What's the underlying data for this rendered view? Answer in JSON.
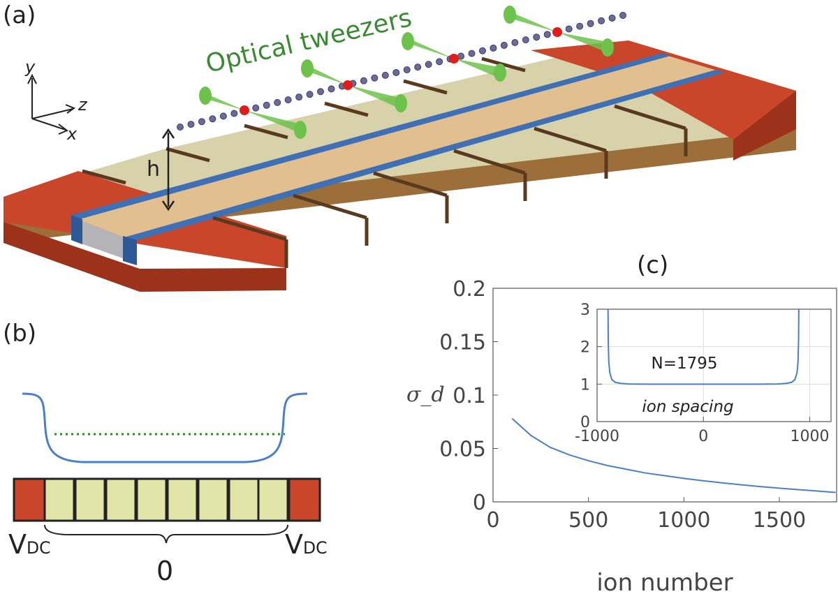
{
  "panels": {
    "a": {
      "label": "(a)",
      "title": "Optical tweezers",
      "height_label": "h",
      "axes": {
        "y": "y",
        "z": "z",
        "x": "x"
      }
    },
    "b": {
      "label": "(b)",
      "left_voltage": "V",
      "left_voltage_sub": "DC",
      "right_voltage": "V",
      "right_voltage_sub": "DC",
      "center_label": "0"
    },
    "c": {
      "label": "(c)"
    }
  },
  "colors": {
    "end_electrode": "#c9462a",
    "segment_electrode": "#d8d2ab",
    "rf_rail": "#3f6fb5",
    "tweezer_beam": "#6cc24a",
    "ion_highlight": "#e21b1b",
    "ion": "#6b6b9a",
    "curve": "#4a7ec8",
    "dotted_line": "#2e8b2e",
    "segment_fill_b": "#e1e6a8"
  },
  "chart_data": [
    {
      "type": "line",
      "title": "",
      "xlabel": "ion number",
      "ylabel": "σ_d",
      "xlim": [
        0,
        1800
      ],
      "ylim": [
        0,
        0.2
      ],
      "xticks": [
        0,
        500,
        1000,
        1500
      ],
      "yticks": [
        0,
        0.05,
        0.1,
        0.15,
        0.2
      ],
      "xtick_labels": [
        "0",
        "500",
        "1000",
        "1500"
      ],
      "ytick_labels": [
        "0",
        "0.05",
        "0.1",
        "0.15",
        "0.2"
      ],
      "grid": false,
      "series": [
        {
          "x": [
            100,
            200,
            300,
            400,
            500,
            600,
            700,
            800,
            900,
            1000,
            1100,
            1200,
            1300,
            1400,
            1500,
            1600,
            1700,
            1795
          ],
          "y": [
            0.078,
            0.062,
            0.051,
            0.044,
            0.0385,
            0.034,
            0.0305,
            0.027,
            0.0245,
            0.022,
            0.0198,
            0.0178,
            0.016,
            0.0143,
            0.0128,
            0.0114,
            0.0101,
            0.0088
          ]
        }
      ]
    },
    {
      "type": "line",
      "title": "",
      "xlabel": "",
      "ylabel": "",
      "annotation": "N=1795",
      "annotation2": "ion spacing",
      "xlim": [
        -1000,
        1200
      ],
      "ylim": [
        0,
        3
      ],
      "xticks": [
        -1000,
        0,
        1000
      ],
      "yticks": [
        0,
        1,
        2,
        3
      ],
      "xtick_labels": [
        "-1000",
        "0",
        "1000"
      ],
      "ytick_labels": [
        "0",
        "1",
        "2",
        "3"
      ],
      "grid": true,
      "series": [
        {
          "x": [
            -897,
            -895,
            -890,
            -880,
            -860,
            -830,
            -780,
            -700,
            -500,
            -200,
            0,
            200,
            500,
            700,
            780,
            830,
            860,
            880,
            890,
            895,
            897
          ],
          "y": [
            3,
            2.2,
            1.6,
            1.3,
            1.12,
            1.05,
            1.02,
            1.005,
            1.0,
            1.0,
            1.0,
            1.0,
            1.0,
            1.005,
            1.02,
            1.05,
            1.12,
            1.3,
            1.6,
            2.2,
            3
          ]
        }
      ]
    }
  ]
}
